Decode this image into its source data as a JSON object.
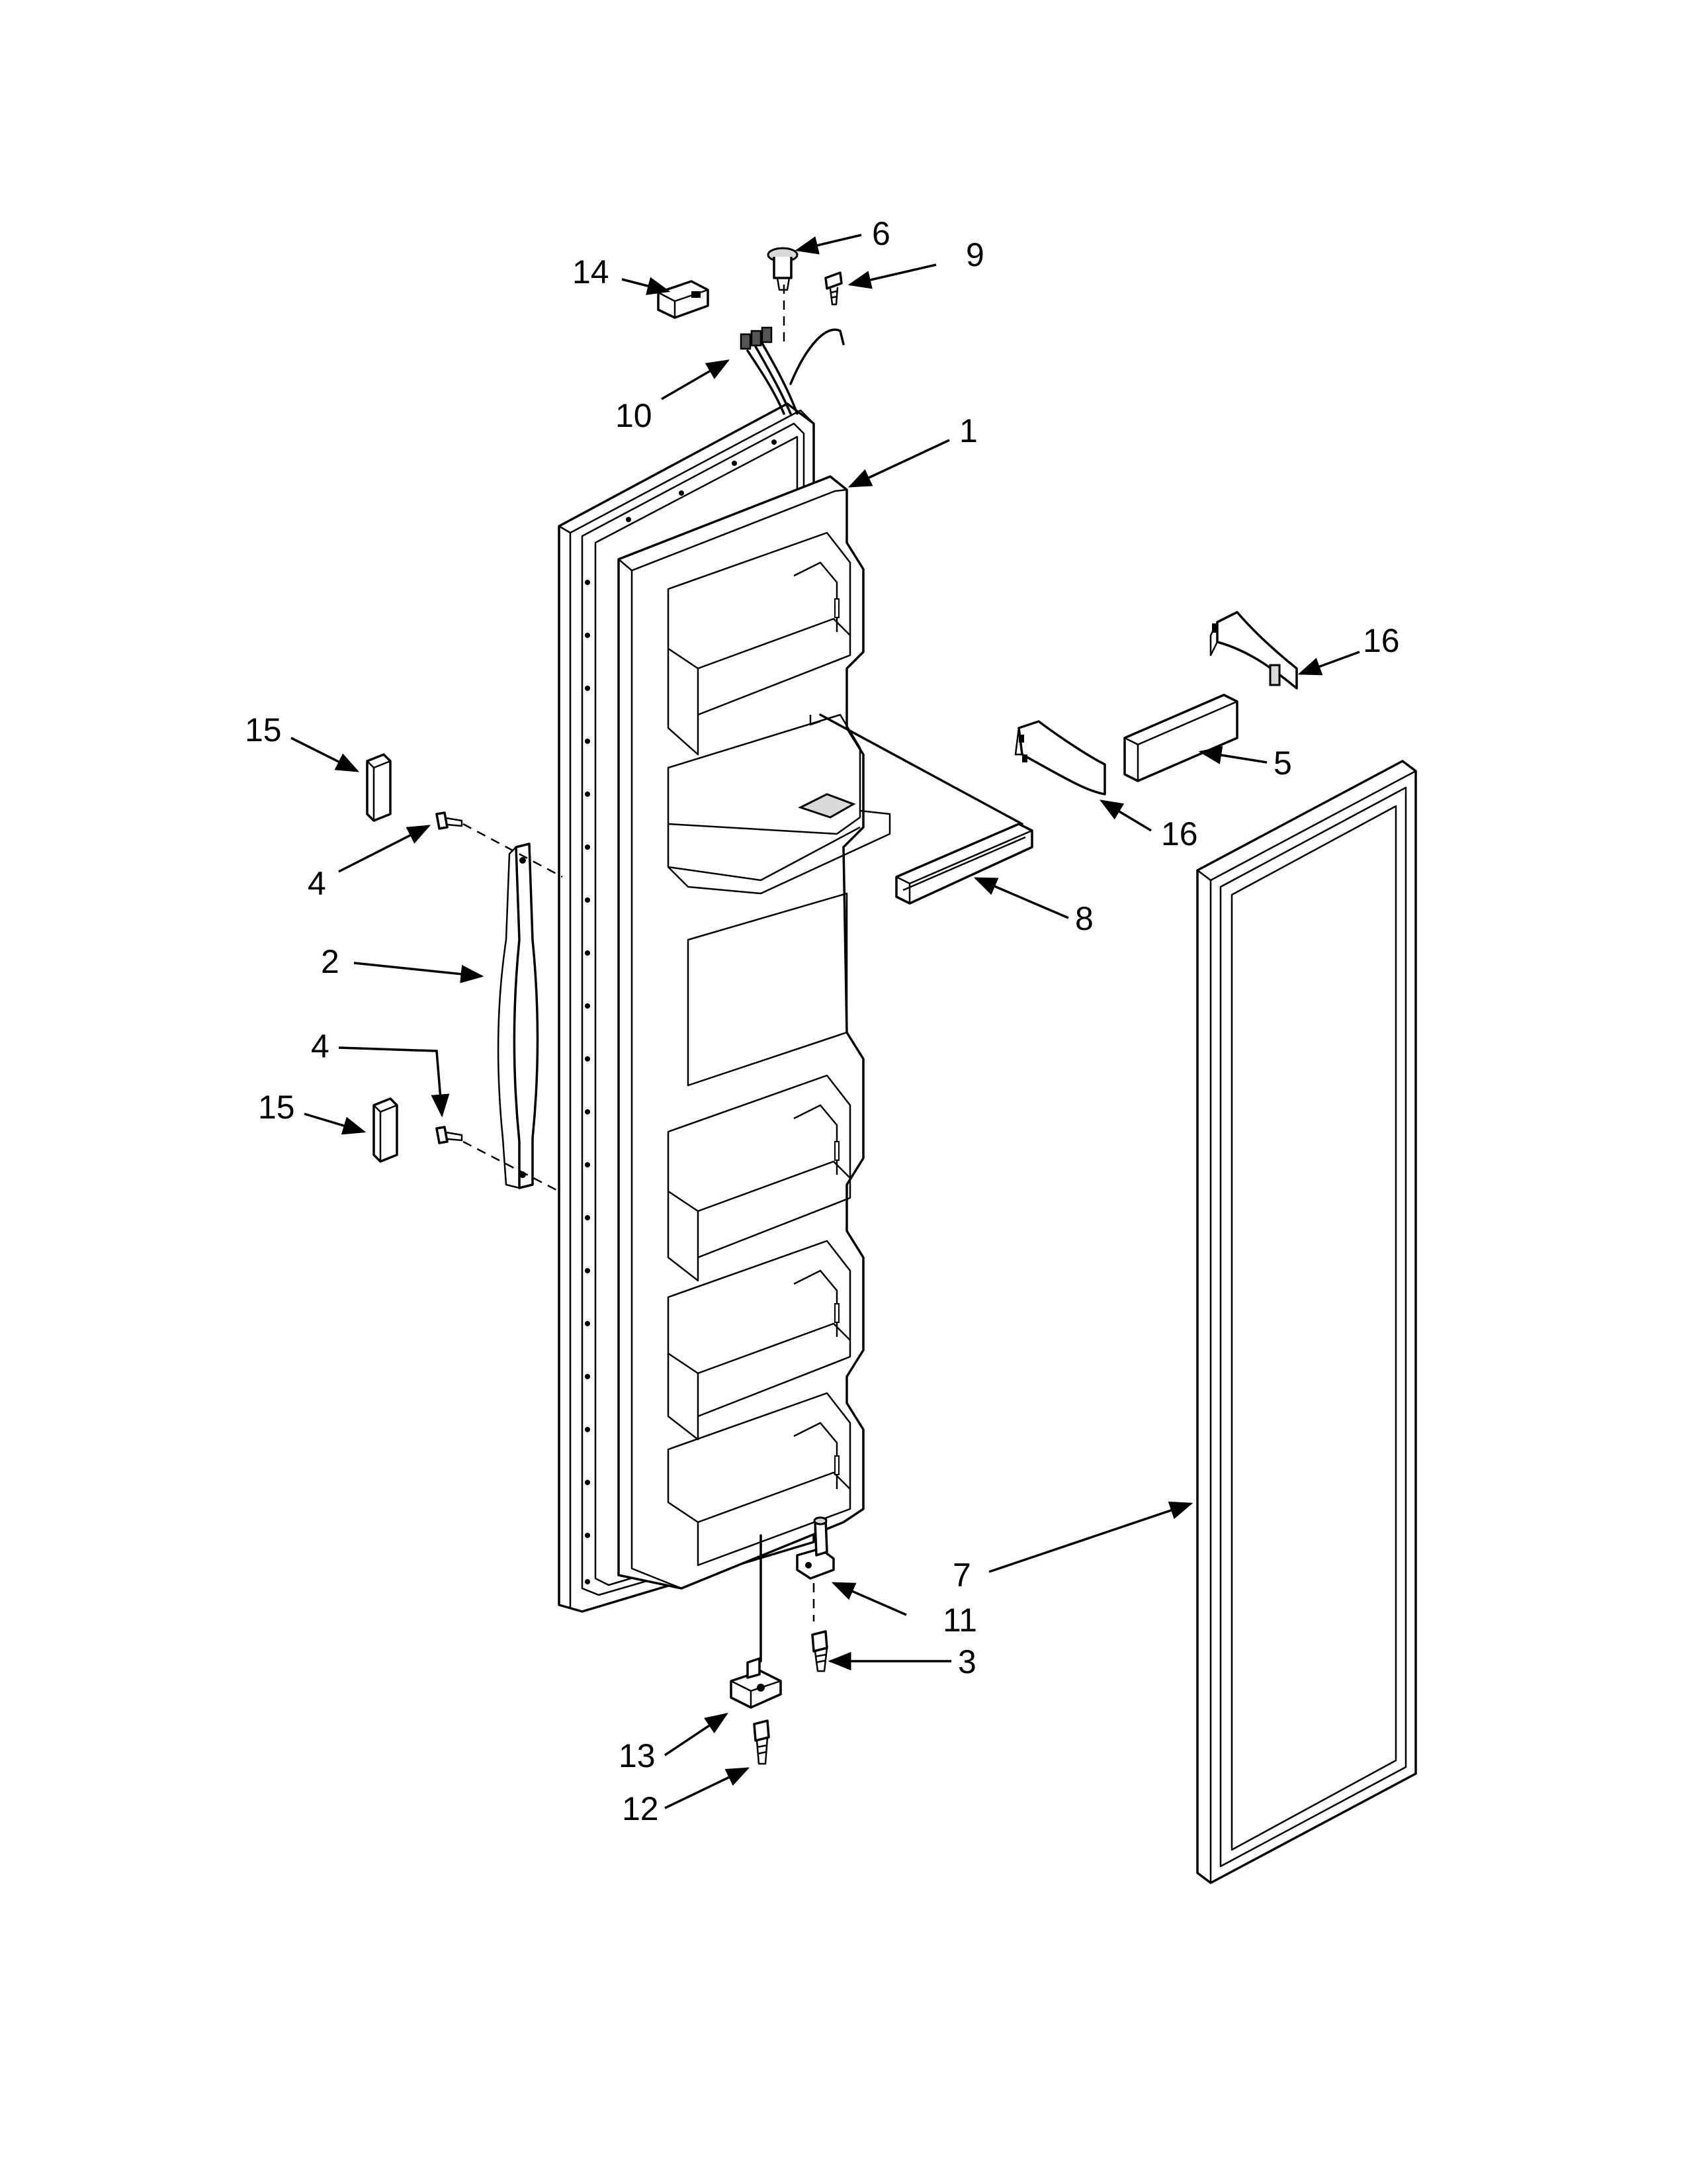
{
  "diagram": {
    "callouts": [
      {
        "id": "c1",
        "text": "1"
      },
      {
        "id": "c2",
        "text": "2"
      },
      {
        "id": "c3",
        "text": "3"
      },
      {
        "id": "c4a",
        "text": "4"
      },
      {
        "id": "c4b",
        "text": "4"
      },
      {
        "id": "c5",
        "text": "5"
      },
      {
        "id": "c6",
        "text": "6"
      },
      {
        "id": "c7",
        "text": "7"
      },
      {
        "id": "c8",
        "text": "8"
      },
      {
        "id": "c9",
        "text": "9"
      },
      {
        "id": "c10",
        "text": "10"
      },
      {
        "id": "c11",
        "text": "11"
      },
      {
        "id": "c12",
        "text": "12"
      },
      {
        "id": "c13",
        "text": "13"
      },
      {
        "id": "c14",
        "text": "14"
      },
      {
        "id": "c15a",
        "text": "15"
      },
      {
        "id": "c15b",
        "text": "15"
      },
      {
        "id": "c16a",
        "text": "16"
      },
      {
        "id": "c16b",
        "text": "16"
      }
    ]
  }
}
